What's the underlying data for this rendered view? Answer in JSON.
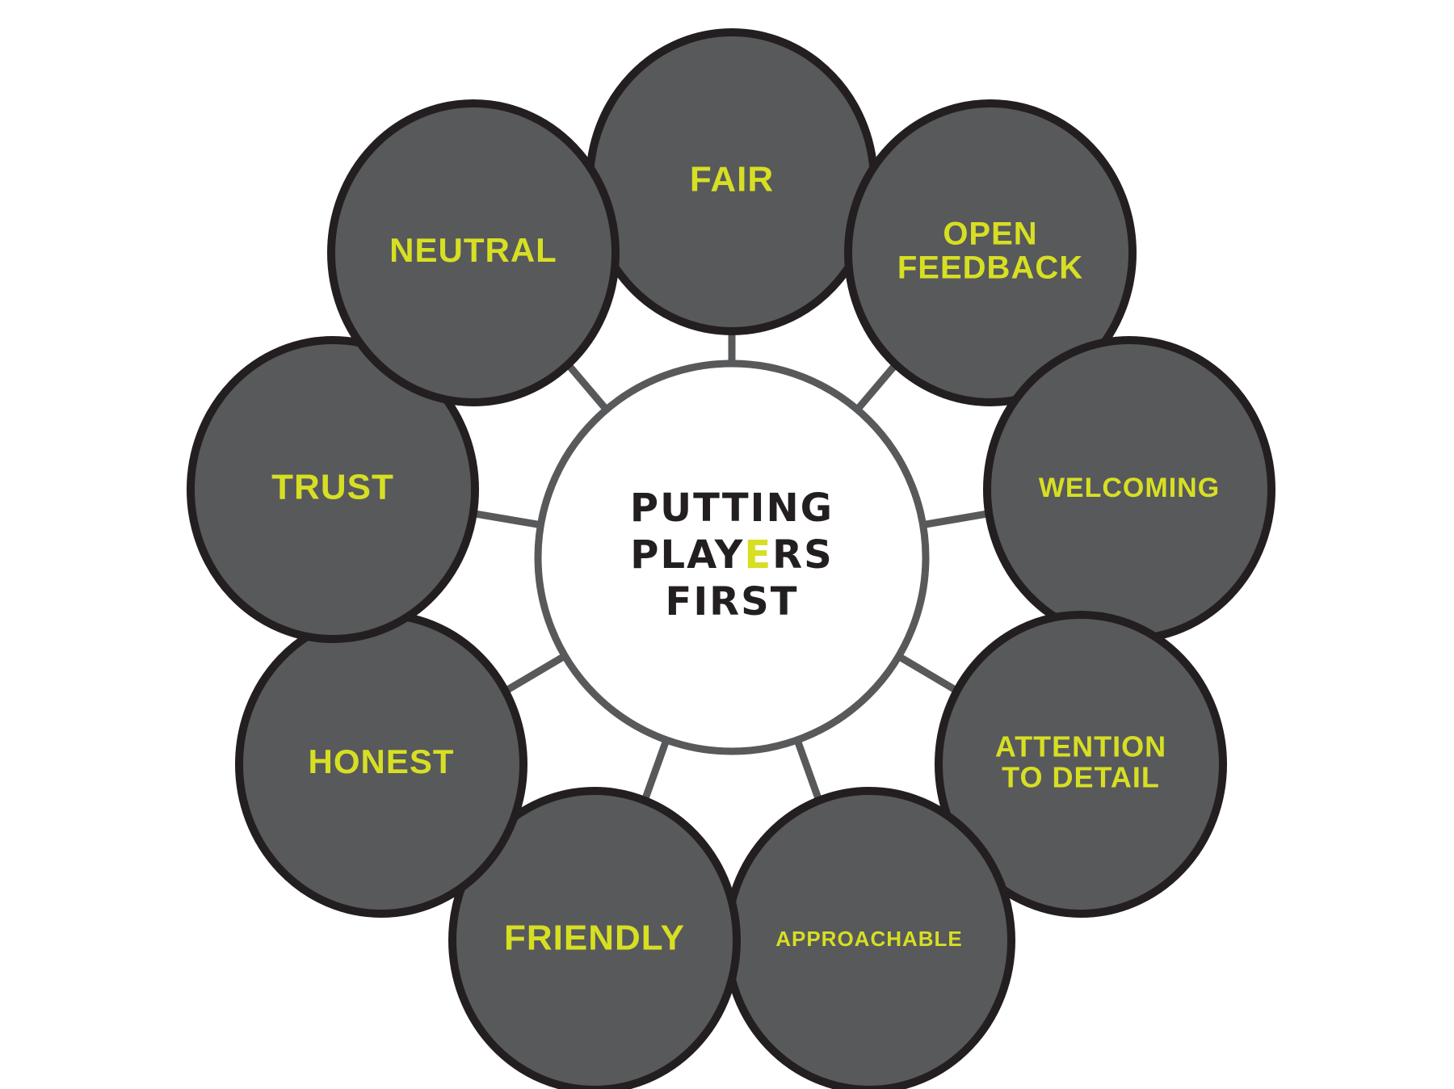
{
  "colors": {
    "background": "#ffffff",
    "node_fill": "#58595b",
    "node_stroke": "#231f20",
    "label_color": "#d7df23",
    "spoke_color": "#58595b",
    "center_fill": "#ffffff",
    "center_stroke": "#58595b",
    "center_text": "#231f20",
    "center_accent": "#d7df23"
  },
  "center": {
    "line1": "PUTTING",
    "line2_pre": "PLAY",
    "line2_accent": "E",
    "line2_post": "RS",
    "line3": "FIRST"
  },
  "nodes": [
    {
      "id": "fair",
      "lines": [
        "FAIR"
      ]
    },
    {
      "id": "open-feedback",
      "lines": [
        "OPEN",
        "FEEDBACK"
      ]
    },
    {
      "id": "welcoming",
      "lines": [
        "WELCOMING"
      ]
    },
    {
      "id": "attention-to-detail",
      "lines": [
        "ATTENTION",
        "TO DETAIL"
      ]
    },
    {
      "id": "approachable",
      "lines": [
        "APPROACHABLE"
      ]
    },
    {
      "id": "friendly",
      "lines": [
        "FRIENDLY"
      ]
    },
    {
      "id": "honest",
      "lines": [
        "HONEST"
      ]
    },
    {
      "id": "trust",
      "lines": [
        "TRUST"
      ]
    },
    {
      "id": "neutral",
      "lines": [
        "NEUTRAL"
      ]
    }
  ]
}
